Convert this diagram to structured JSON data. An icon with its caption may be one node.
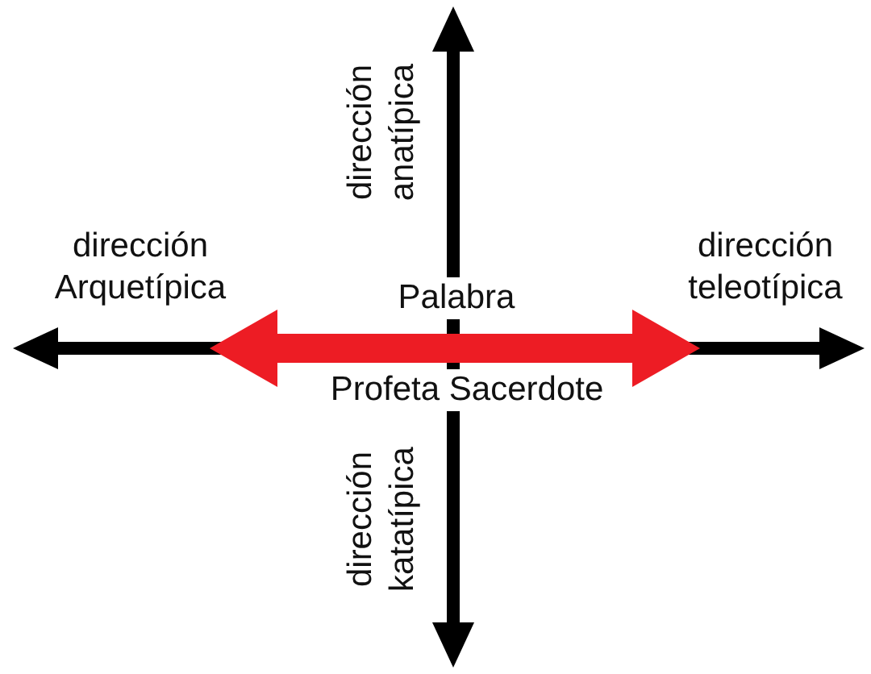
{
  "diagram": {
    "labels": [
      "dirección anatípica",
      "dirección Arquetípica",
      "dirección teleotípica",
      "Palabra",
      "Profeta Sacerdote",
      "dirección katatípica"
    ]
  }
}
